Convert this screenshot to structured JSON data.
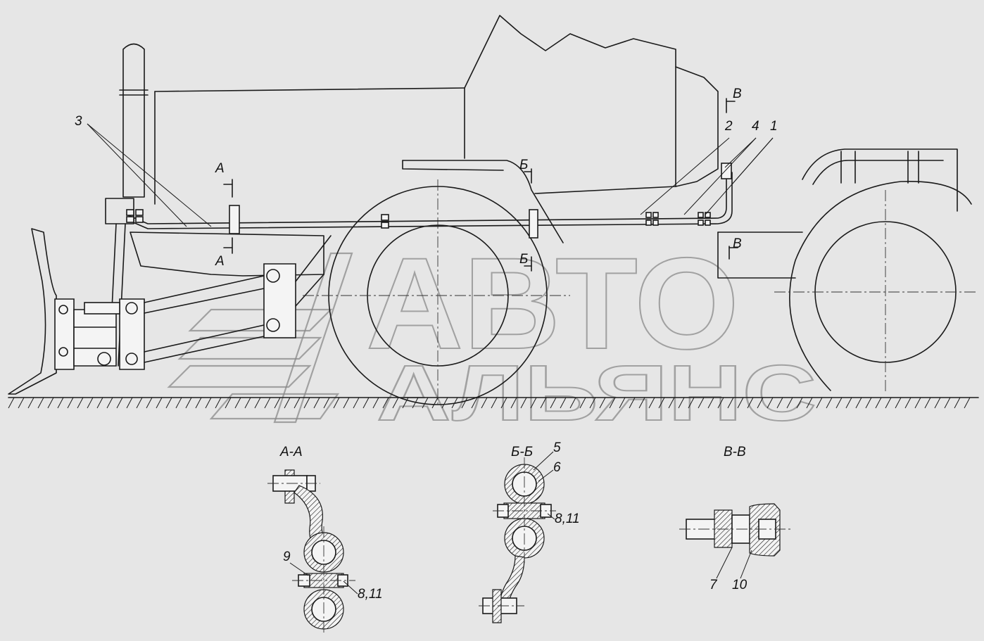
{
  "callouts": {
    "c1": "1",
    "c2": "2",
    "c3": "3",
    "c4": "4",
    "c5": "5",
    "c6": "6",
    "c7": "7",
    "c8_11_a": "8,11",
    "c8_11_b": "8,11",
    "c9": "9",
    "c10": "10"
  },
  "section_marks": {
    "A": "А",
    "B": "Б",
    "V": "В"
  },
  "section_titles": {
    "aa": "А-А",
    "bb": "Б-Б",
    "vv": "В-В"
  },
  "watermark": {
    "line1": "АВТО",
    "line2": "АЛЬЯНС",
    "logo_name": "avto-alyans-logo"
  },
  "colors": {
    "background": "#e6e6e6",
    "ink": "#1a1a1a",
    "watermark": "#8a8a8a"
  }
}
